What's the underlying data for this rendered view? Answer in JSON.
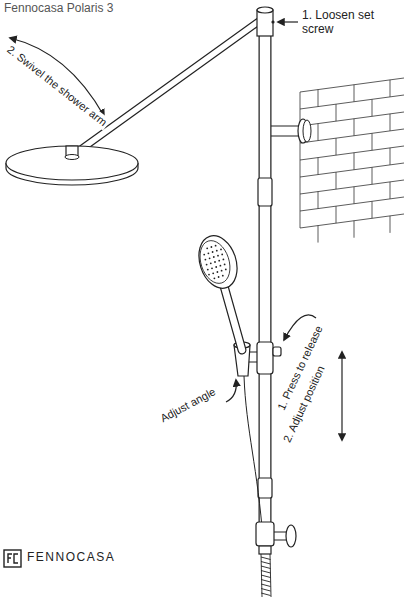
{
  "diagram": {
    "labels": [
      "Fennocasa Polaris 3",
      "1. Loosen set screw",
      "2. Swivel the shower arm",
      "1. Press to release",
      "2. Adjust position",
      "Adjust angle",
      "FENNOCASA"
    ]
  }
}
